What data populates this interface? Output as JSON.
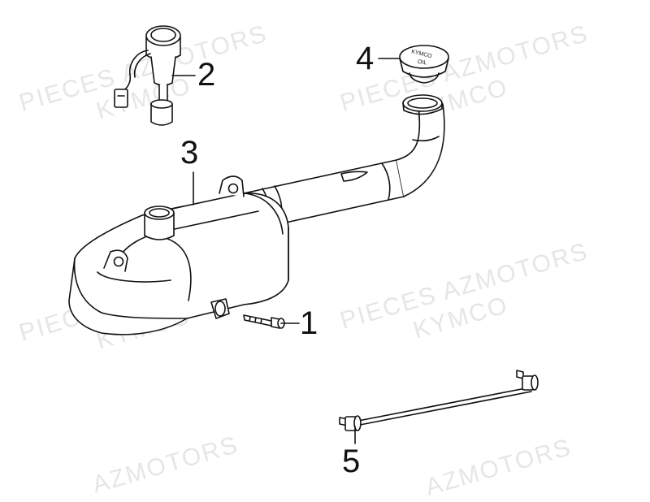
{
  "watermarks": [
    {
      "text": "PIECES AZMOTORS"
    },
    {
      "text": "KYMCO"
    },
    {
      "text": "PIECES AZMOTORS"
    },
    {
      "text": "KYMCO"
    },
    {
      "text": "PIECES AZMOTORS"
    },
    {
      "text": "KYMCO"
    },
    {
      "text": "AZMOTORS"
    },
    {
      "text": "PIECES AZMOTORS"
    },
    {
      "text": "KYMCO"
    },
    {
      "text": "AZMOTORS"
    }
  ],
  "cap_lettering": {
    "top": "KYMCO",
    "bottom": "OIL"
  },
  "callouts": [
    {
      "label": "1"
    },
    {
      "label": "2"
    },
    {
      "label": "3"
    },
    {
      "label": "4"
    },
    {
      "label": "5"
    }
  ],
  "colors": {
    "line": "#111111",
    "watermark": "#e6e6e6",
    "background": "#ffffff"
  }
}
